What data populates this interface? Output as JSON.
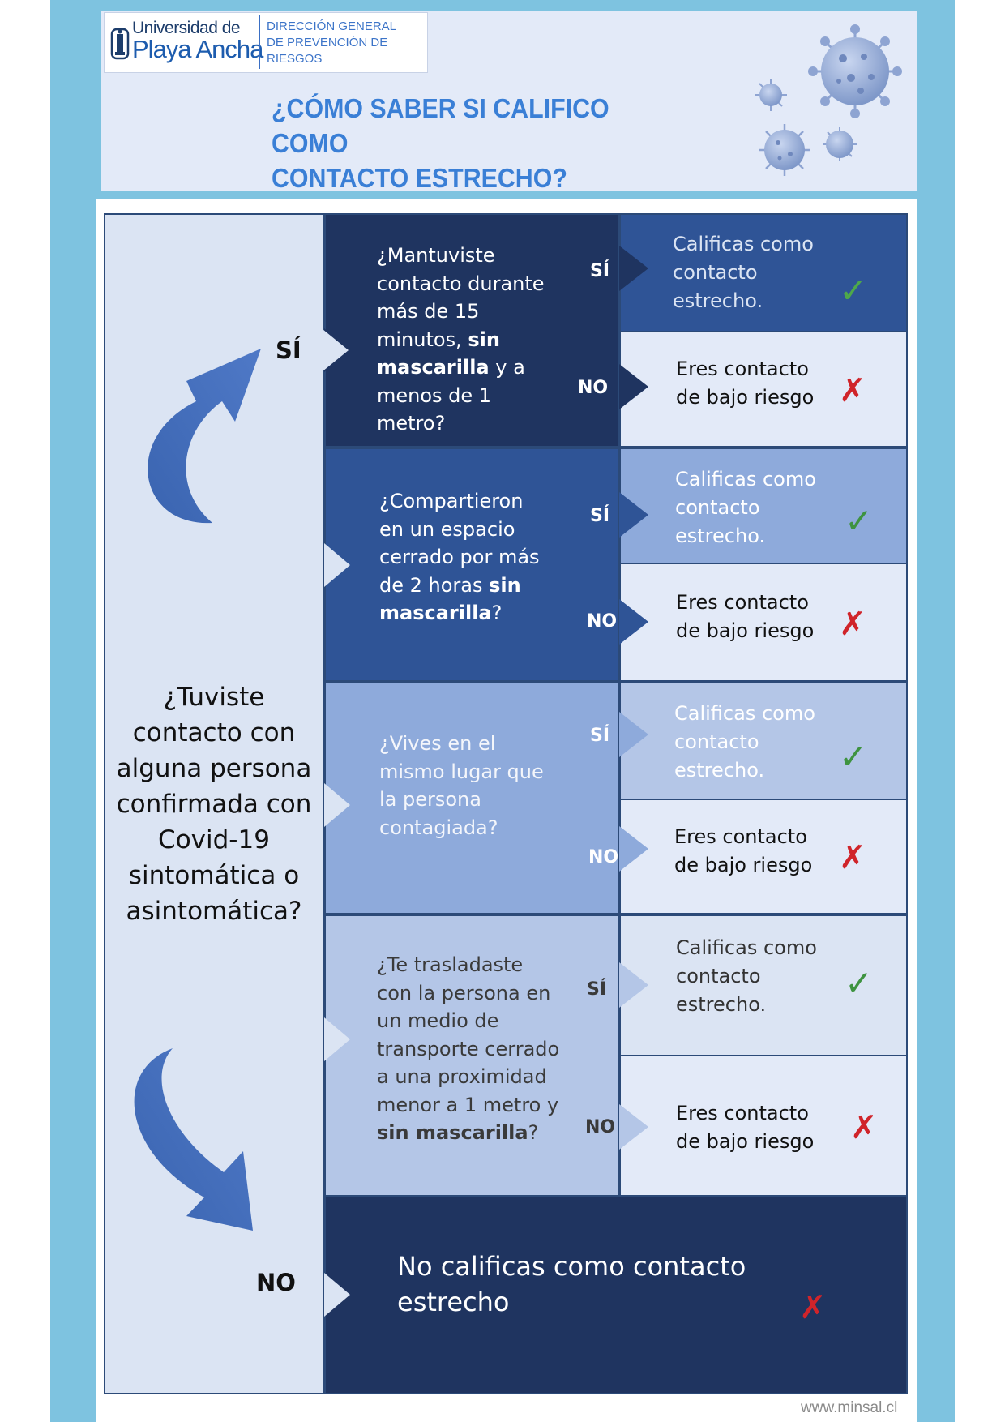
{
  "header": {
    "logo_line1": "Universidad de",
    "logo_line2": "Playa Ancha",
    "direction_lines": [
      "DIRECCIÓN GENERAL",
      "DE PREVENCIÓN DE",
      "RIESGOS"
    ],
    "title_lines": [
      "¿CÓMO SABER SI CALIFICO COMO",
      "CONTACTO ESTRECHO?"
    ]
  },
  "main_question": "¿Tuviste contacto con alguna persona confirmada con Covid-19 sintomática o asintomática?",
  "yes_label": "SÍ",
  "no_label": "NO",
  "questions": [
    {
      "text_before": "¿Mantuviste contacto durante más de 15 minutos, ",
      "bold1": "sin mascarilla",
      "text_middle": " y a menos de 1 metro?",
      "yes": "SÍ",
      "no": "NO",
      "yes_outcome": "Calificas como contacto estrecho.",
      "no_outcome": "Eres contacto de bajo riesgo"
    },
    {
      "text_before": "¿Compartieron en un espacio cerrado por más de 2 horas ",
      "bold1": "sin mascarilla",
      "text_middle": "?",
      "yes": "SÍ",
      "no": "NO",
      "yes_outcome": "Calificas como contacto estrecho.",
      "no_outcome": "Eres contacto de bajo riesgo"
    },
    {
      "text_before": "¿Vives en el mismo lugar que la persona contagiada?",
      "bold1": "",
      "text_middle": "",
      "yes": "SÍ",
      "no": "NO",
      "yes_outcome": "Calificas como contacto estrecho.",
      "no_outcome": "Eres contacto de bajo riesgo"
    },
    {
      "text_before": "¿Te trasladaste con la persona en un medio de transporte cerrado a una proximidad menor a 1 metro y ",
      "bold1": "sin mascarilla",
      "text_middle": "?",
      "yes": "SÍ",
      "no": "NO",
      "yes_outcome": "Calificas como contacto estrecho.",
      "no_outcome": "Eres contacto de bajo riesgo"
    }
  ],
  "final_outcome": "No calificas como contacto estrecho",
  "marks": {
    "check": "✓",
    "cross": "✗"
  },
  "footer_site": "www.minsal.cl",
  "colors": {
    "frame": "#7ec3e0",
    "header_bg": "#e3eaf8",
    "title": "#3a7fd6",
    "row1": "#1f3460",
    "row2": "#2f5496",
    "row3": "#8eaadb",
    "row4": "#b4c6e7",
    "check": "#3e9340",
    "cross": "#d0242a"
  }
}
